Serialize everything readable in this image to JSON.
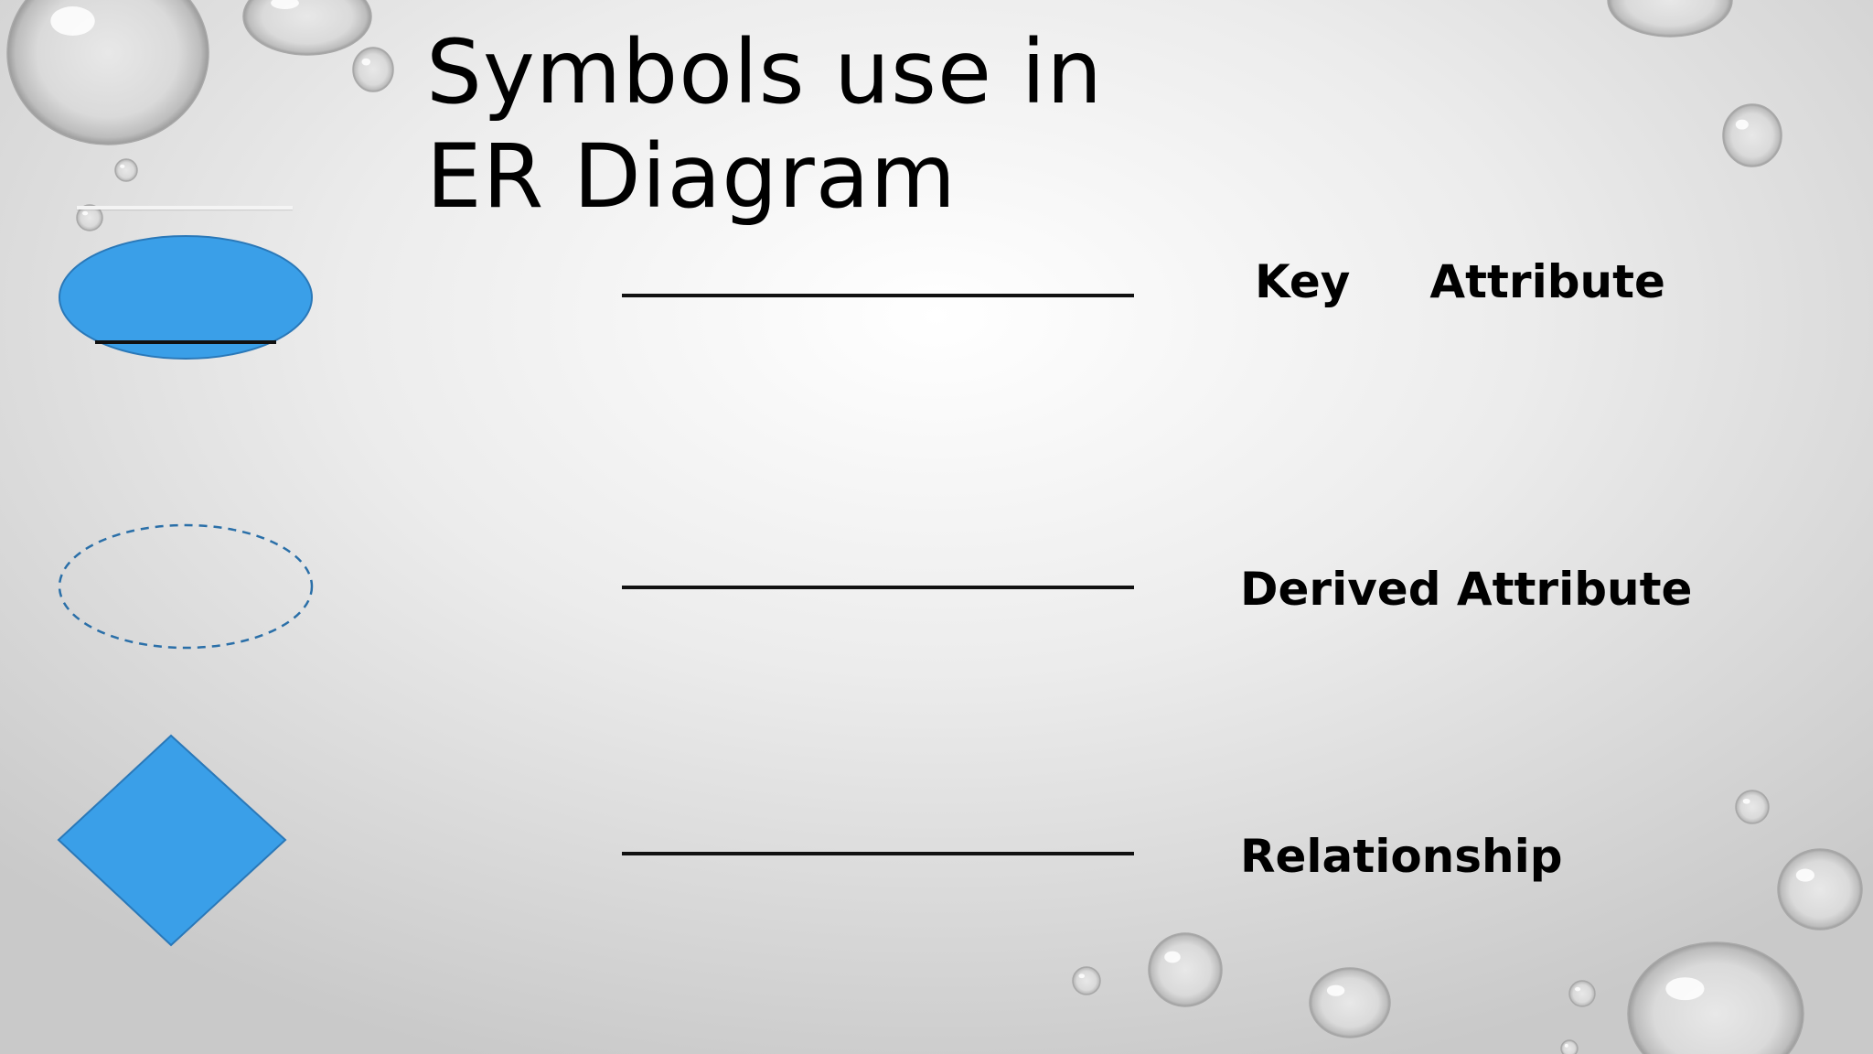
{
  "slide": {
    "title": "Symbols use in ER Diagram"
  },
  "colors": {
    "shape_fill": "#3a9fe8",
    "shape_stroke": "#2a78b8",
    "dashed_stroke": "#2a6fa8",
    "connector": "#111111",
    "text": "#000000"
  },
  "symbols": [
    {
      "shape": "ellipse-underlined",
      "label": "Key     Attribute"
    },
    {
      "shape": "dashed-ellipse",
      "label": "Derived Attribute"
    },
    {
      "shape": "diamond",
      "label": "Relationship"
    }
  ]
}
